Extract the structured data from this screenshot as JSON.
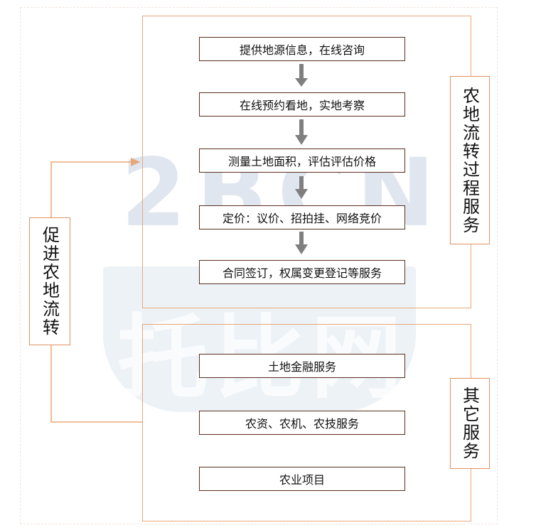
{
  "diagram": {
    "process_steps": [
      "提供地源信息，在线咨询",
      "在线预约看地，实地考察",
      "测量土地面积，评估评估价格",
      "定价：议价、招拍挂、网络竞价",
      "合同签订，权属变更登记等服务"
    ],
    "other_services": [
      "土地金融服务",
      "农资、农机、农技服务",
      "农业项目"
    ],
    "label_flow_service": "农地流转过程服务",
    "label_other_service": "其它服务",
    "label_promote": "促进农地流转"
  },
  "watermark": {
    "letters": "2BCN",
    "brand": "托比网"
  },
  "colors": {
    "frame": "#e8a878",
    "box_border": "#5a2e1e",
    "arrow": "#7f7f7f",
    "connector": "#e8a878"
  }
}
